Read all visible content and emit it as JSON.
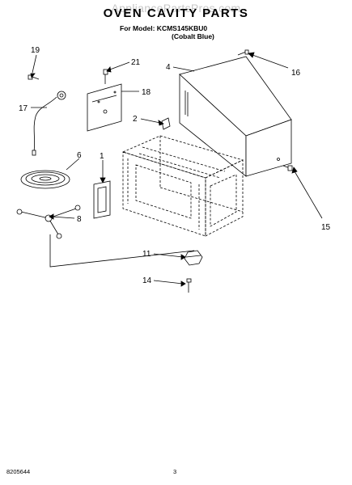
{
  "watermark": "AppliancePartsPros.com",
  "title": "OVEN CAVITY PARTS",
  "model_line": "For Model: KCMS145KBU0",
  "model_sub": "(Cobalt Blue)",
  "doc_number": "8205644",
  "page_number": "3",
  "callouts": {
    "c1": "1",
    "c2": "2",
    "c4": "4",
    "c6": "6",
    "c8": "8",
    "c11": "11",
    "c14": "14",
    "c15": "15",
    "c16": "16",
    "c17": "17",
    "c18": "18",
    "c19": "19",
    "c21": "21"
  }
}
